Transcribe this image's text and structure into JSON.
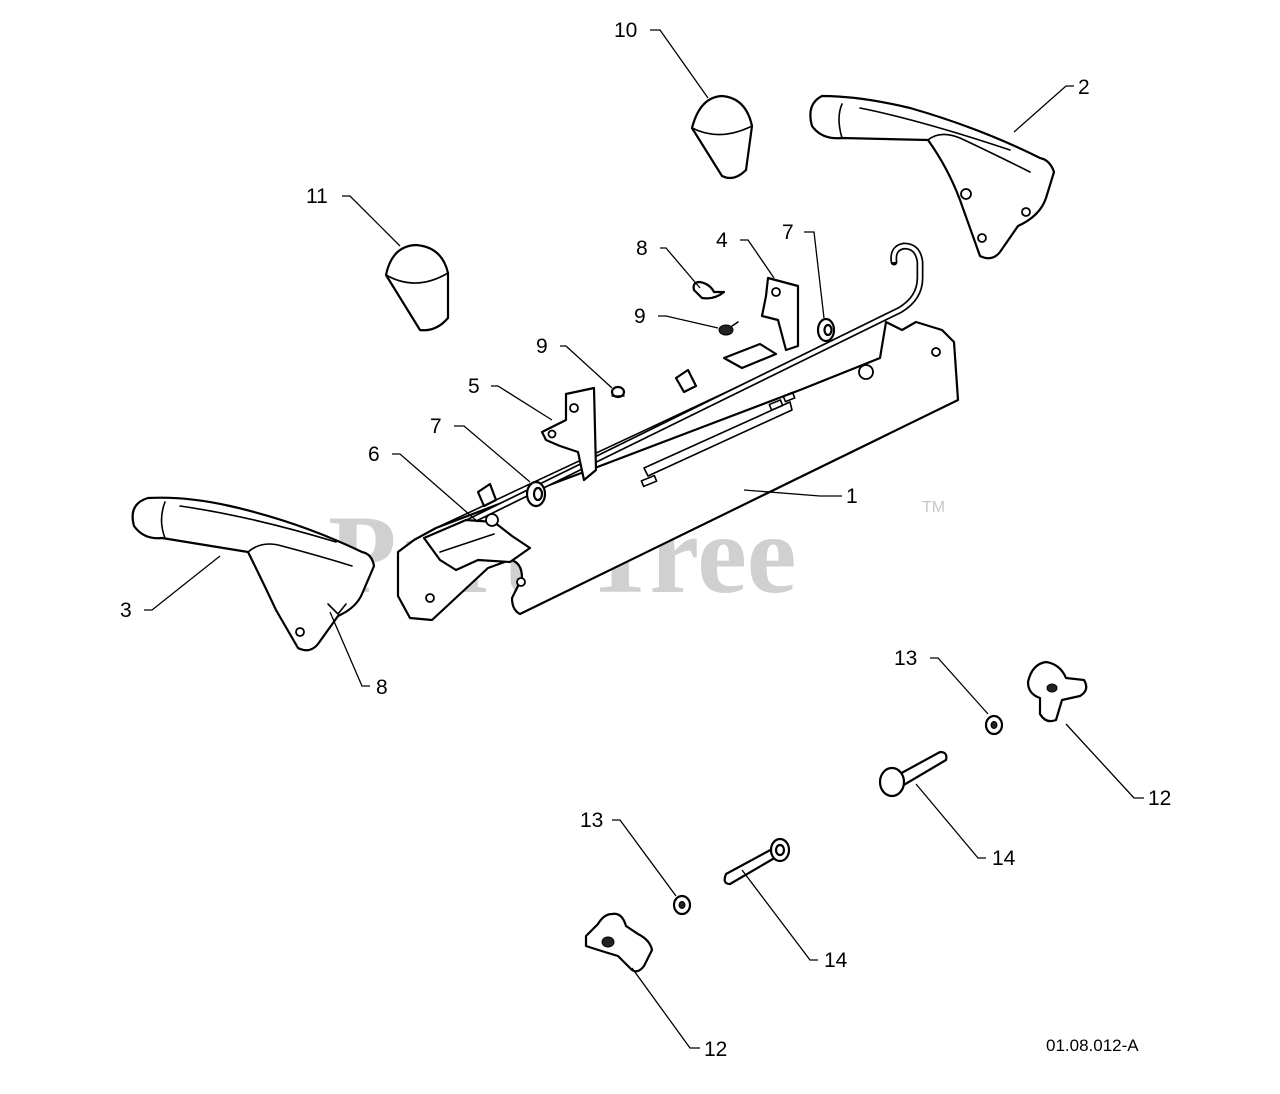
{
  "watermark": {
    "text": "PartsTree",
    "tm": "TM"
  },
  "drawing_code": "01.08.012-A",
  "labels": {
    "p1": "1",
    "p2": "2",
    "p3": "3",
    "p4": "4",
    "p5": "5",
    "p6": "6",
    "p7a": "7",
    "p7b": "7",
    "p8a": "8",
    "p8b": "8",
    "p9a": "9",
    "p9b": "9",
    "p10": "10",
    "p11": "11",
    "p12a": "12",
    "p12b": "12",
    "p13a": "13",
    "p13b": "13",
    "p14a": "14",
    "p14b": "14"
  }
}
